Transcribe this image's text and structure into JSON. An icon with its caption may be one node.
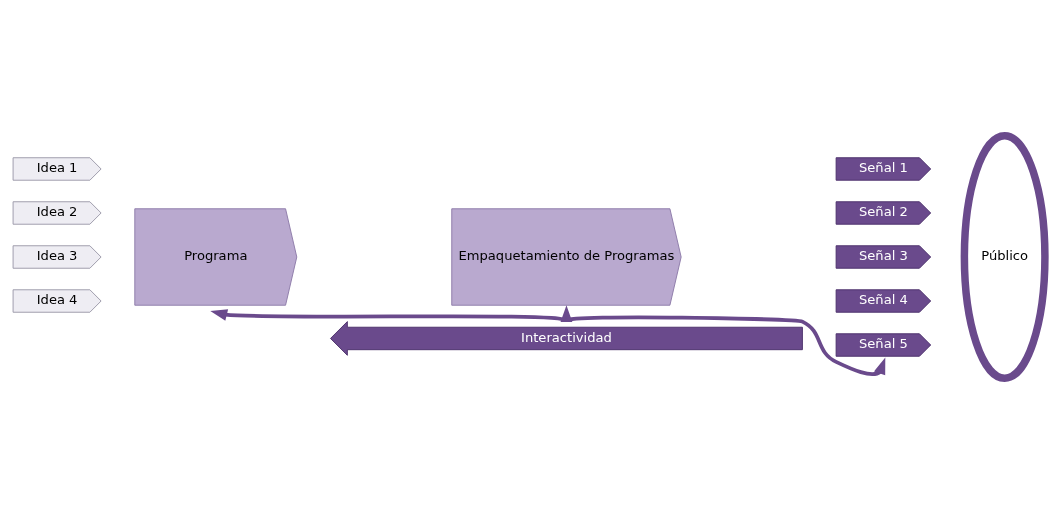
{
  "diagram": {
    "nodes": [
      {
        "text": [
          "Idea 1"
        ]
      },
      {
        "text": [
          "Idea 2"
        ]
      },
      {
        "text": [
          "Idea 3"
        ]
      },
      {
        "text": [
          "Idea 4"
        ]
      },
      {
        "text": [
          "Programa"
        ]
      },
      {
        "text": [
          "Empaquetamiento de Programas"
        ]
      },
      {
        "text": [
          "Señal 1"
        ]
      },
      {
        "text": [
          "Señal 2"
        ]
      },
      {
        "text": [
          "Señal 3"
        ]
      },
      {
        "text": [
          "Señal 4"
        ]
      },
      {
        "text": [
          "Señal 5"
        ]
      },
      {
        "text": [
          "Público"
        ]
      },
      {
        "text": [
          "Interactividad"
        ]
      }
    ],
    "edges": [
      {
        "from": 12,
        "to": 4,
        "arrow": "to"
      },
      {
        "from": 12,
        "to": 5,
        "arrow": "to"
      },
      {
        "from": 12,
        "to": 10,
        "arrow": "to"
      }
    ]
  }
}
